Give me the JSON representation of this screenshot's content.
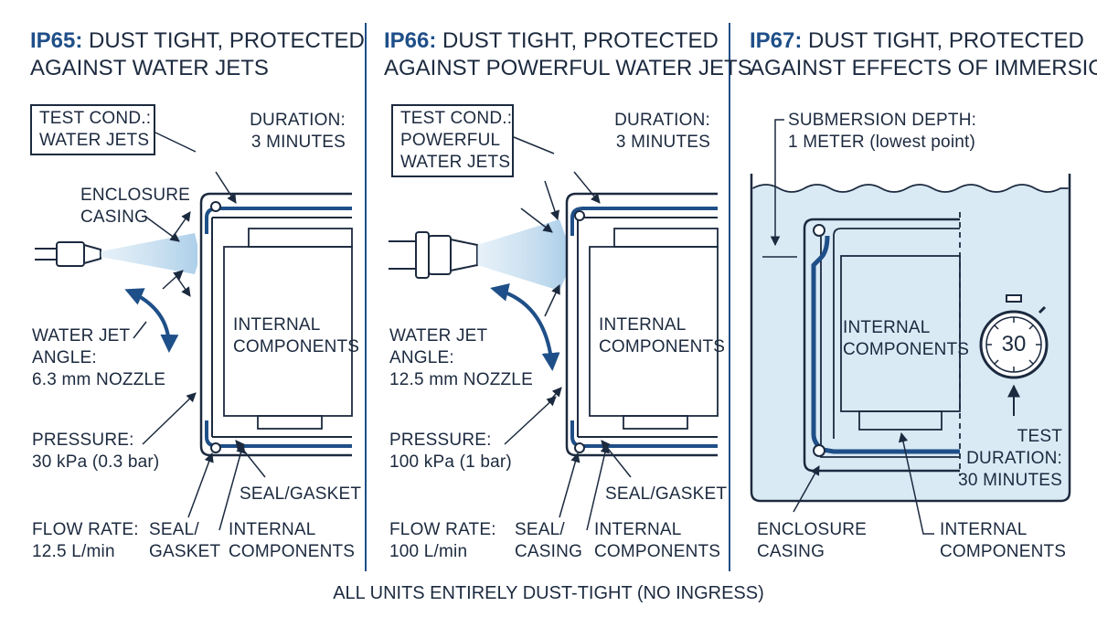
{
  "panels": [
    {
      "code": "IP65:",
      "title_line1": "DUST TIGHT, PROTECTED",
      "title_line2": "AGAINST WATER JETS",
      "test_cond": [
        "TEST COND.:",
        "WATER JETS"
      ],
      "duration": [
        "DURATION:",
        "3 MINUTES"
      ],
      "enclosure_casing": [
        "ENCLOSURE",
        "CASING"
      ],
      "water_jet_angle": [
        "WATER JET",
        "ANGLE:"
      ],
      "nozzle": "6.3 mm NOZZLE",
      "internal_components": [
        "INTERNAL",
        "COMPONENTS"
      ],
      "pressure": [
        "PRESSURE:",
        "30 kPa (0.3 bar)"
      ],
      "seal_gasket": "SEAL/GASKET",
      "flow_rate": [
        "FLOW RATE:",
        "12.5 L/min"
      ],
      "seal_slash_gasket": [
        "SEAL/",
        "GASKET"
      ],
      "bottom_internal": [
        "INTERNAL",
        "COMPONENTS"
      ]
    },
    {
      "code": "IP66:",
      "title_line1": "DUST TIGHT, PROTECTED",
      "title_line2": "AGAINST POWERFUL WATER JETS",
      "test_cond": [
        "TEST COND.:",
        "POWERFUL",
        "WATER JETS"
      ],
      "duration": [
        "DURATION:",
        "3 MINUTES"
      ],
      "water_jet_angle": [
        "WATER JET",
        "ANGLE:"
      ],
      "nozzle": "12.5 mm NOZZLE",
      "internal_components": [
        "INTERNAL",
        "COMPONENTS"
      ],
      "pressure": [
        "PRESSURE:",
        "100 kPa (1 bar)"
      ],
      "seal_gasket": "SEAL/GASKET",
      "flow_rate": [
        "FLOW RATE:",
        "100 L/min"
      ],
      "seal_slash_casing": [
        "SEAL/",
        "CASING"
      ],
      "bottom_internal": [
        "INTERNAL",
        "COMPONENTS"
      ]
    },
    {
      "code": "IP67:",
      "title_line1": "DUST TIGHT, PROTECTED",
      "title_line2": "AGAINST EFFECTS OF IMMERSION",
      "submersion": [
        "SUBMERSION DEPTH:",
        "1 METER (lowest point)"
      ],
      "internal_components": [
        "INTERNAL",
        "COMPONENTS"
      ],
      "timer_value": "30",
      "test_duration": [
        "TEST",
        "DURATION:",
        "30 MINUTES"
      ],
      "enclosure_casing": [
        "ENCLOSURE",
        "CASING"
      ],
      "bottom_internal": [
        "INTERNAL",
        "COMPONENTS"
      ]
    }
  ],
  "footer": "ALL UNITS ENTIRELY DUST-TIGHT (NO INGRESS)",
  "colors": {
    "ink": "#1c2a3f",
    "accent": "#1f4f88",
    "water": "#d9eaf5",
    "spray": "#b9d8ee"
  }
}
